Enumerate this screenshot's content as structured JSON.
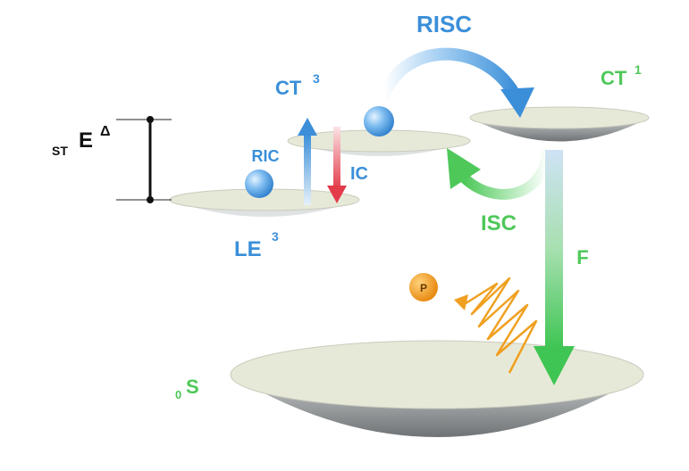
{
  "labels": {
    "risc": "RISC",
    "ct3_sup": "3",
    "ct3": "CT",
    "ct1_sup": "1",
    "ct1": "CT",
    "delta": "Δ",
    "est_E": "E",
    "est_sub": "ST",
    "ric": "RIC",
    "ic": "IC",
    "le3_sup": "3",
    "le3": "LE",
    "isc": "ISC",
    "f": "F",
    "p": "P",
    "s0": "S",
    "s0_sub": "0"
  },
  "colors": {
    "blue": "#3b8fd9",
    "green": "#4fc85a",
    "red": "#e33b4a",
    "orange": "#f0a020",
    "disk": "#e7e9d8",
    "disk_shadow": "#8e9193",
    "sphere": "#5aa8e6"
  }
}
